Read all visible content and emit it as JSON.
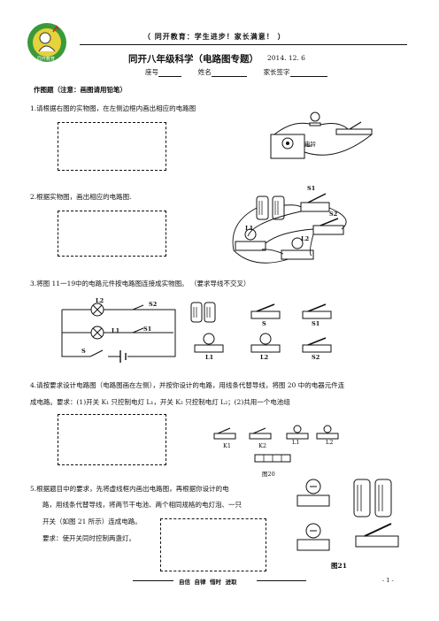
{
  "header": {
    "motto": "（ 同开教育：学生进步！家长满意！ ）",
    "logo_text": "同开教育",
    "title": "同开八年级科学（电路图专题）",
    "date": "2014. 12. 6",
    "fields": {
      "seat": "座号",
      "name": "姓名",
      "parent_sign": "家长签字"
    }
  },
  "section_label": "作图题（注意：画图请用铅笔）",
  "questions": {
    "q1": {
      "text": "1.请根据右图的实物图，在左侧边框内画出相应的电路图",
      "device_label": "电铃"
    },
    "q2": {
      "text": "2.根据实物图，画出相应的电路图.",
      "labels": [
        "S1",
        "S2",
        "L1",
        "L2"
      ]
    },
    "q3": {
      "text": "3.将图 11一19中的电路元件按电路图连接成实物图。 （要求导线不交叉）",
      "schematic_labels": [
        "L2",
        "S2",
        "L1",
        "S1",
        "S"
      ],
      "component_labels": [
        "S",
        "S1",
        "L1",
        "L2",
        "S2"
      ]
    },
    "q4": {
      "line1": "4.请按要求设计电路图（电路图画在左侧），并按你设计的电路，用线条代替导线，将图 20 中的电器元件连",
      "line2": "成电路。要求：(1)开关 K₁ 只控制电灯 L₁，开关 K₂ 只控制电灯 L₂；(2)共用一个电池组",
      "component_labels": [
        "K1",
        "K2",
        "L1",
        "L2"
      ],
      "figure_label": "图20"
    },
    "q5": {
      "line1": "5.根据题目中的要求，先将虚线框内画出电路图，再根据你设计的电",
      "line2": "路，用线条代替导线，将两节干电池、两个相同规格的电灯泡、一只",
      "line3": "开关（如图 21 所示）连成电路。",
      "line4": "要求：使开关同时控制两盏灯。",
      "figure_label": "图21"
    }
  },
  "footer": {
    "motto": "自信  自律  惜时  进取",
    "page_number": "- 1 -"
  }
}
